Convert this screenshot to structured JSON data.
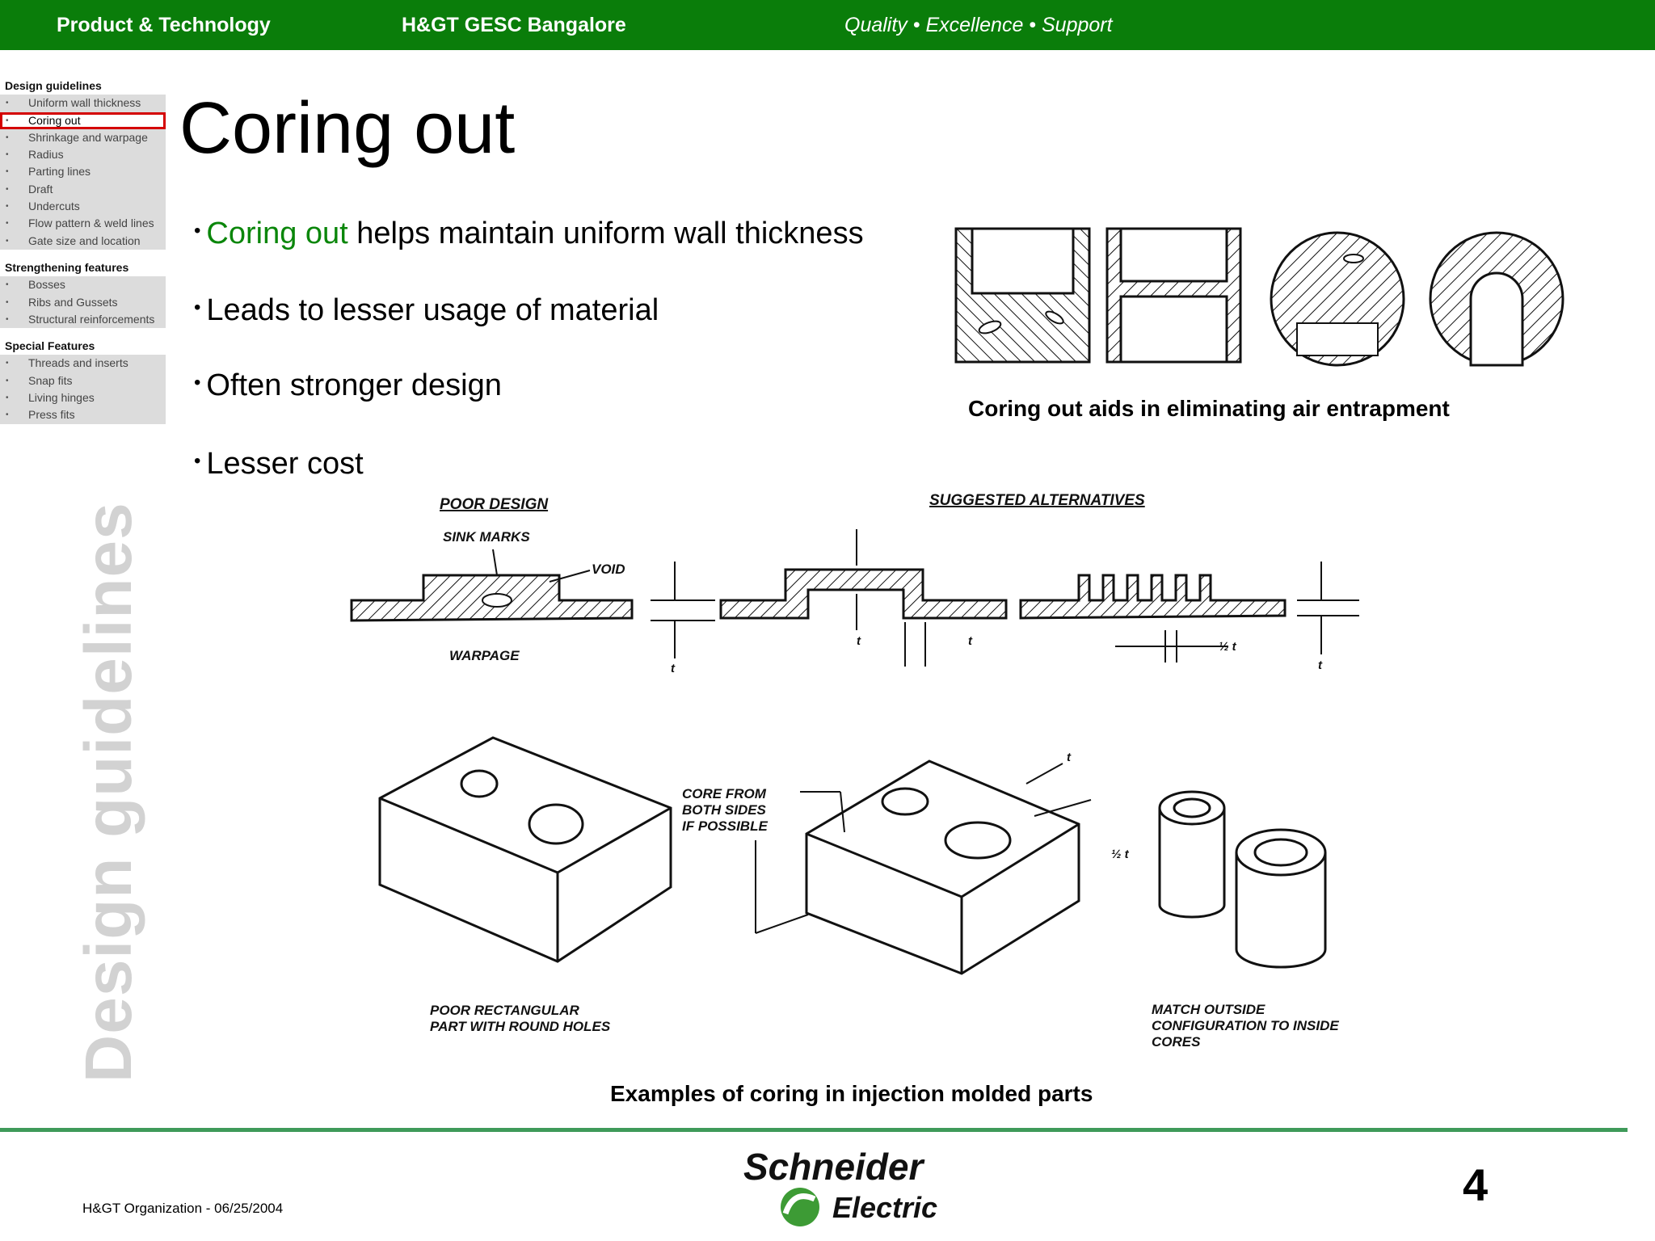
{
  "header": {
    "left": "Product & Technology",
    "center": "H&GT GESC Bangalore",
    "right": "Quality • Excellence • Support"
  },
  "sidebar": {
    "sections": [
      {
        "title": "Design guidelines",
        "items": [
          "Uniform wall thickness",
          "Coring out",
          "Shrinkage and warpage",
          "Radius",
          "Parting lines",
          "Draft",
          "Undercuts",
          "Flow pattern & weld lines",
          "Gate size and location"
        ]
      },
      {
        "title": "Strengthening features",
        "items": [
          "Bosses",
          "Ribs and Gussets",
          "Structural reinforcements"
        ]
      },
      {
        "title": "Special Features",
        "items": [
          "Threads and inserts",
          "Snap fits",
          "Living hinges",
          "Press fits"
        ]
      }
    ],
    "active": "Coring out",
    "vertical_label": "Design guidelines"
  },
  "main": {
    "title": "Coring out",
    "bullets": [
      {
        "highlight": "Coring out",
        "rest": " helps maintain uniform wall thickness"
      },
      {
        "highlight": "",
        "rest": "Leads to lesser usage of material"
      },
      {
        "highlight": "",
        "rest": "Often stronger design"
      },
      {
        "highlight": "",
        "rest": "Lesser cost"
      }
    ],
    "caption_top": "Coring out aids in eliminating air entrapment",
    "caption_bottom": "Examples of coring in injection molded parts"
  },
  "figure": {
    "poor_design": "POOR DESIGN",
    "sink_marks": "SINK MARKS",
    "void": "VOID",
    "warpage": "WARPAGE",
    "suggested": "SUGGESTED ALTERNATIVES",
    "t": "t",
    "half_t": "½ t",
    "core_line1": "CORE FROM",
    "core_line2": "BOTH SIDES",
    "core_line3": "IF POSSIBLE",
    "poor_rect1": "POOR RECTANGULAR",
    "poor_rect2": "PART WITH ROUND HOLES",
    "match1": "MATCH OUTSIDE",
    "match2": "CONFIGURATION TO INSIDE",
    "match3": "CORES"
  },
  "footer": {
    "org": "H&GT Organization - 06/25/2004",
    "page": "4",
    "logo_line1": "Schneider",
    "logo_line2": "Electric"
  }
}
